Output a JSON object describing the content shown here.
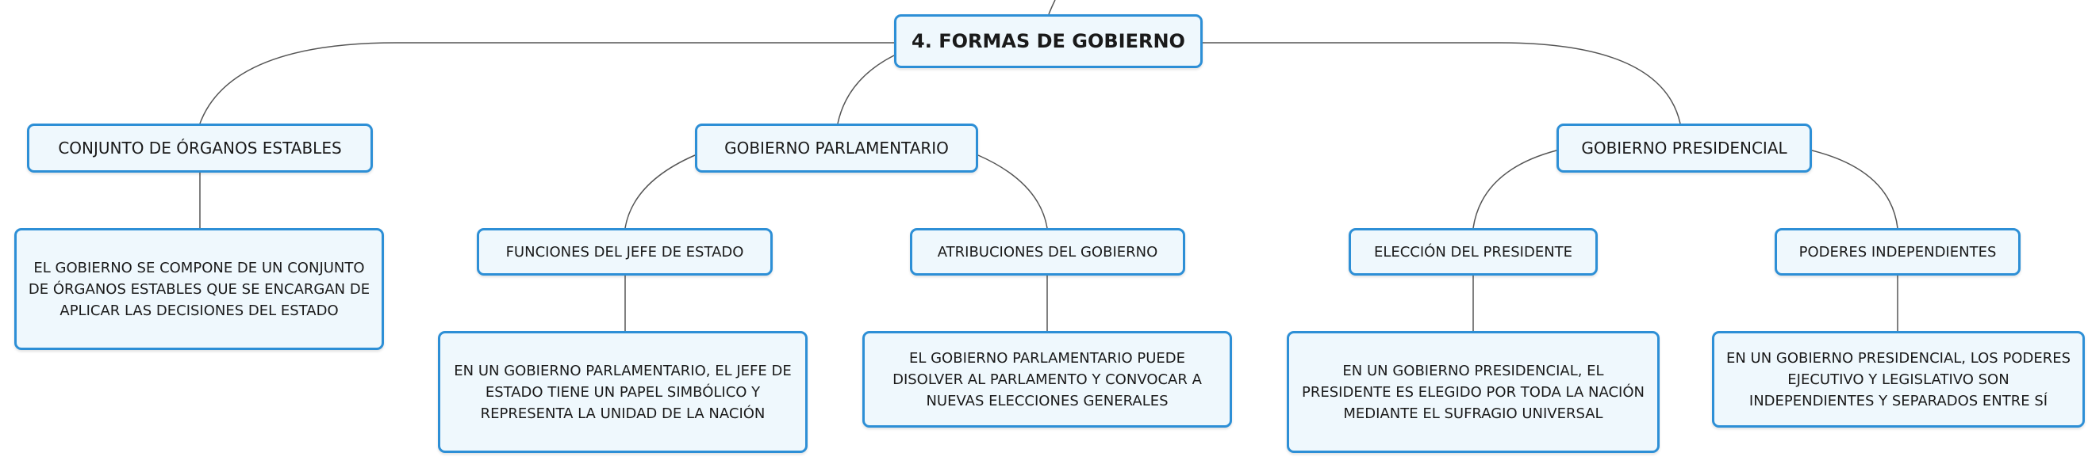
{
  "root": {
    "title": "4. FORMAS DE GOBIERNO"
  },
  "branches": {
    "organos": {
      "label": "CONJUNTO DE ÓRGANOS ESTABLES",
      "text": [
        "EL GOBIERNO SE COMPONE DE UN CONJUNTO",
        "DE ÓRGANOS ESTABLES QUE SE ENCARGAN DE",
        "APLICAR LAS DECISIONES DEL ESTADO"
      ]
    },
    "parlamentario": {
      "label": "GOBIERNO PARLAMENTARIO",
      "funciones": {
        "label": "FUNCIONES DEL JEFE DE ESTADO",
        "text": [
          "EN UN GOBIERNO PARLAMENTARIO, EL JEFE DE",
          "ESTADO TIENE UN PAPEL SIMBÓLICO Y",
          "REPRESENTA LA UNIDAD DE LA NACIÓN"
        ]
      },
      "atribuciones": {
        "label": "ATRIBUCIONES DEL GOBIERNO",
        "text": [
          "EL GOBIERNO PARLAMENTARIO PUEDE",
          "DISOLVER AL PARLAMENTO Y CONVOCAR A",
          "NUEVAS ELECCIONES GENERALES"
        ]
      }
    },
    "presidencial": {
      "label": "GOBIERNO PRESIDENCIAL",
      "eleccion": {
        "label": "ELECCIÓN DEL PRESIDENTE",
        "text": [
          "EN UN GOBIERNO PRESIDENCIAL, EL",
          "PRESIDENTE ES ELEGIDO POR TODA LA NACIÓN",
          "MEDIANTE EL SUFRAGIO UNIVERSAL"
        ]
      },
      "poderes": {
        "label": "PODERES INDEPENDIENTES",
        "text": [
          "EN UN GOBIERNO PRESIDENCIAL, LOS PODERES",
          "EJECUTIVO Y LEGISLATIVO SON",
          "INDEPENDIENTES Y SEPARADOS ENTRE SÍ"
        ]
      }
    }
  },
  "colors": {
    "border": "#2d8fd6",
    "fill": "#eff8fd",
    "line": "#555555"
  }
}
